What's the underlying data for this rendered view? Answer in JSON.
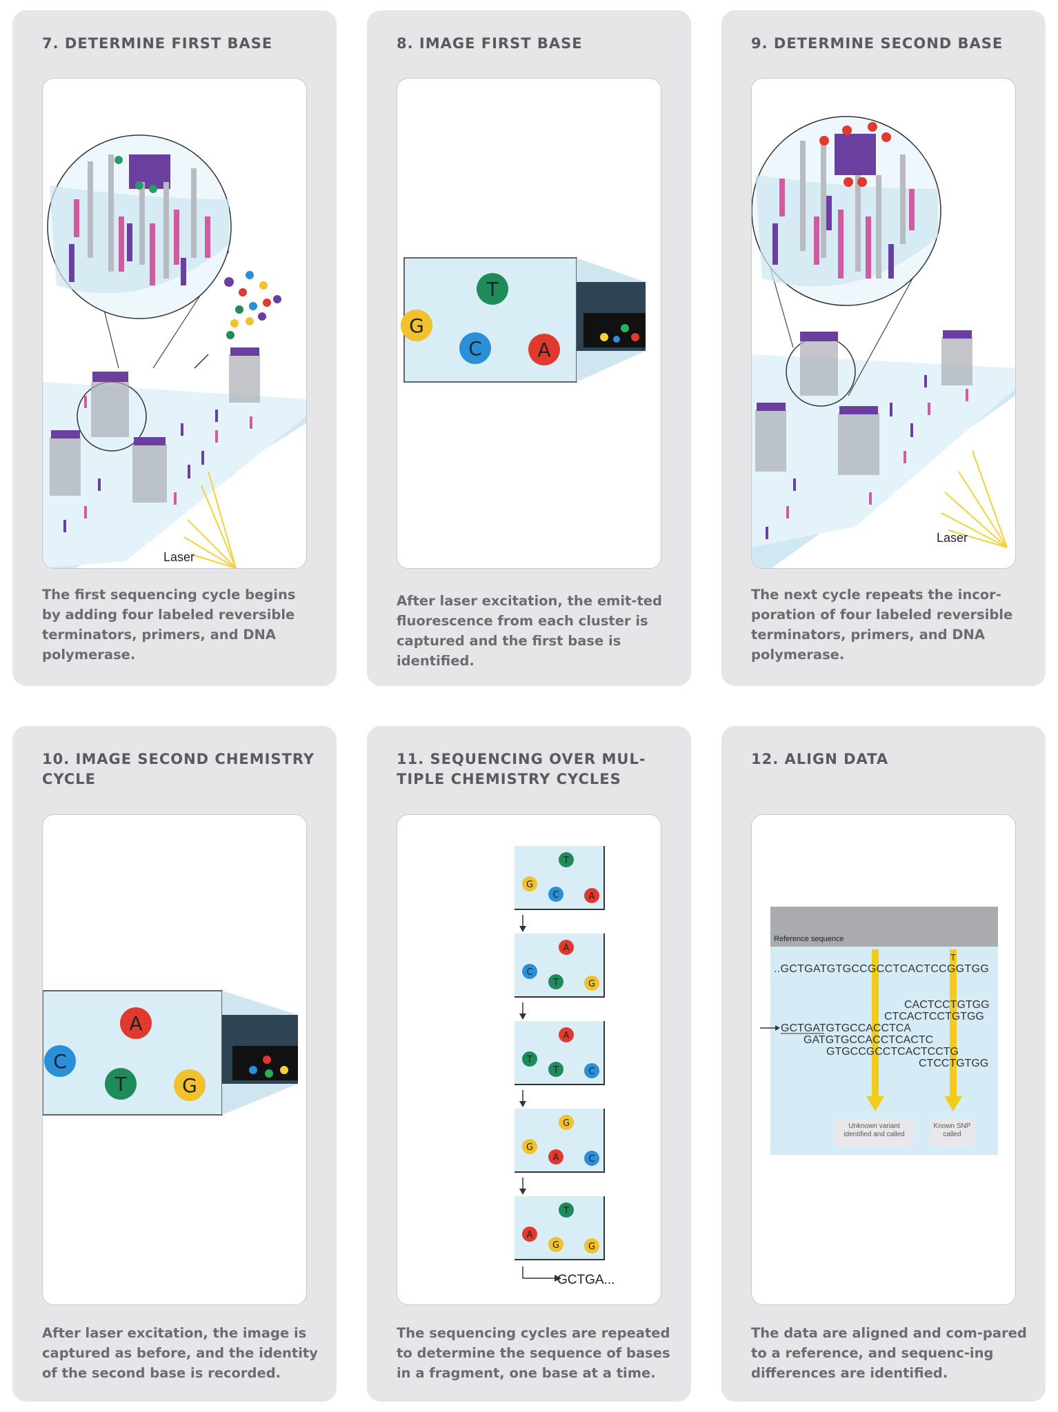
{
  "cards": [
    {
      "title": "7.  DETERMINE FIRST BASE",
      "description": "The first sequencing cycle begins by adding four labeled reversible terminators, primers, and DNA polymerase.",
      "laser": "Laser"
    },
    {
      "title": "8.  IMAGE FIRST BASE",
      "description": "After laser excitation, the emit-ted fluorescence from each cluster is captured and the first base is identified.",
      "bases": [
        "T",
        "G",
        "C",
        "A"
      ]
    },
    {
      "title": "9.  DETERMINE SECOND BASE",
      "description": "The next cycle repeats the incor-poration of four labeled reversible terminators, primers, and DNA polymerase.",
      "laser": "Laser"
    },
    {
      "title": "10. IMAGE SECOND CHEMISTRY\n      CYCLE",
      "description": "After laser excitation, the image is captured as before, and the identity of the second base is recorded.",
      "bases": [
        "A",
        "C",
        "T",
        "G"
      ]
    },
    {
      "title": "11. SEQUENCING OVER MUL-\n      TIPLE CHEMISTRY CYCLES",
      "description": "The sequencing cycles are repeated to determine the sequence of bases in a fragment, one base at a time.",
      "cycles": [
        [
          "T",
          "G",
          "C",
          "A"
        ],
        [
          "A",
          "C",
          "T",
          "G"
        ],
        [
          "A",
          "T",
          "T",
          "C"
        ],
        [
          "G",
          "G",
          "A",
          "C"
        ],
        [
          "T",
          "A",
          "G",
          "G"
        ]
      ],
      "result": "GCTGA..."
    },
    {
      "title": "12. ALIGN DATA",
      "description": "The data are aligned and com-pared to a reference, and sequenc-ing differences are identified.",
      "reference_label": "Reference sequence",
      "reference_seq": "..GCTGATGTGCCGCCTCACTCCGGTGG",
      "snp_base": "T",
      "reads": [
        "CACTCCTGTGG",
        "CTCACTCCTGTGG",
        "GCTGATGTGCCACCTCA",
        "GATGTGCCACCTCACTC",
        "GTGCCGCCTCACTCCTG",
        "CTCCTGTGG"
      ],
      "arrow_left": "Unknown variant identified and called",
      "arrow_right": "Known SNP called"
    }
  ],
  "base_colors": {
    "A": "#e03a2e",
    "C": "#2a8fd6",
    "G": "#f2c12e",
    "T": "#1f8a5a"
  }
}
